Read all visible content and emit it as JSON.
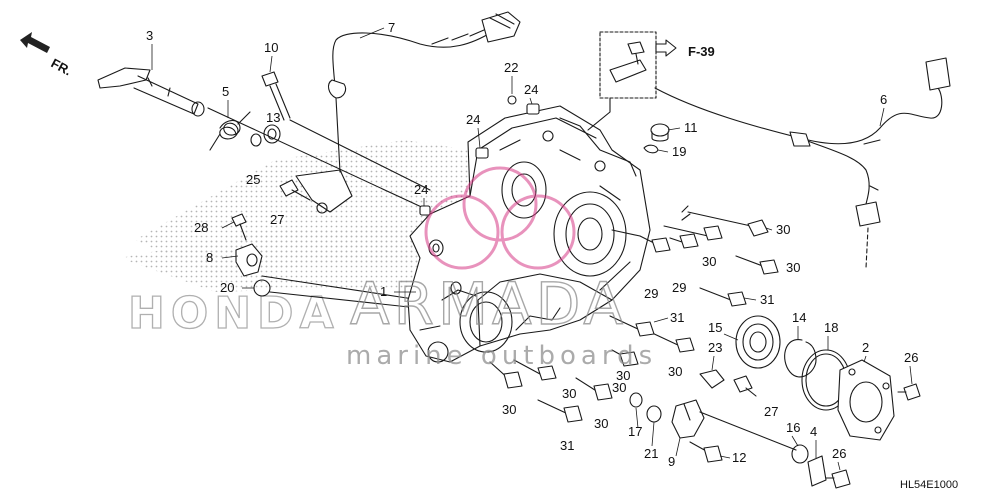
{
  "diagram": {
    "direction_label": "FR.",
    "reference_label": "F-39",
    "code": "HL54E1000",
    "callouts": [
      {
        "label": "3"
      },
      {
        "label": "5"
      },
      {
        "label": "10"
      },
      {
        "label": "7"
      },
      {
        "label": "22"
      },
      {
        "label": "24"
      },
      {
        "label": "24"
      },
      {
        "label": "24"
      },
      {
        "label": "13"
      },
      {
        "label": "25"
      },
      {
        "label": "27"
      },
      {
        "label": "28"
      },
      {
        "label": "8"
      },
      {
        "label": "20"
      },
      {
        "label": "1"
      },
      {
        "label": "11"
      },
      {
        "label": "19"
      },
      {
        "label": "6"
      },
      {
        "label": "30"
      },
      {
        "label": "30"
      },
      {
        "label": "30"
      },
      {
        "label": "30"
      },
      {
        "label": "29"
      },
      {
        "label": "29"
      },
      {
        "label": "31"
      },
      {
        "label": "31"
      },
      {
        "label": "15"
      },
      {
        "label": "14"
      },
      {
        "label": "18"
      },
      {
        "label": "2"
      },
      {
        "label": "26"
      },
      {
        "label": "23"
      },
      {
        "label": "30"
      },
      {
        "label": "30"
      },
      {
        "label": "30"
      },
      {
        "label": "30"
      },
      {
        "label": "30"
      },
      {
        "label": "27"
      },
      {
        "label": "17"
      },
      {
        "label": "21"
      },
      {
        "label": "31"
      },
      {
        "label": "9"
      },
      {
        "label": "12"
      },
      {
        "label": "16"
      },
      {
        "label": "4"
      },
      {
        "label": "26"
      }
    ]
  },
  "watermark": {
    "brand": "HONDA",
    "name": "ARMADA",
    "tagline": "marine outboards"
  },
  "colors": {
    "line": "#1a1a1a",
    "stipple": "#b5b5b5",
    "watermark_pink": "#d63a86"
  }
}
